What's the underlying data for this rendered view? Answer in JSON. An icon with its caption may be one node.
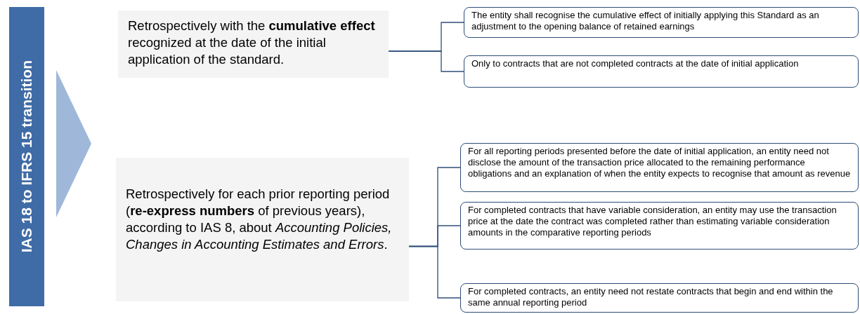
{
  "diagram": {
    "nodes": [
      {
        "text": [
          "IAS 18 to IFRS 15 transition"
        ]
      },
      {
        "text": [],
        "shape": "triangle"
      },
      {
        "text": [
          "Retrospectively with the **cumulative effect** recognized at the date of the initial application of the standard."
        ]
      },
      {
        "text": [
          "The entity shall recognise the cumulative effect of initially applying this Standard as an adjustment to the opening balance of retained earnings"
        ]
      },
      {
        "text": [
          "Only to contracts that are not completed contracts at the date of initial application"
        ]
      },
      {
        "text": [
          "Retrospectively for each prior reporting period (**re-express numbers** of previous years), according to IAS 8, about *Accounting Policies, Changes in Accounting Estimates and Errors*."
        ]
      },
      {
        "text": [
          "For all reporting periods presented before the date of initial application, an entity need not disclose the amount of the transaction price allocated to the remaining performance obligations and an explanation of when the entity expects to recognise that amount as revenue"
        ]
      },
      {
        "text": [
          "For completed contracts that have variable consideration, an entity may use the transaction price at the date the contract was completed rather than estimating variable consideration amounts in the comparative reporting periods"
        ]
      },
      {
        "text": [
          "For completed contracts, an entity need not restate contracts that begin and end within the same annual reporting period"
        ]
      }
    ],
    "edges": [
      {
        "from": 2,
        "to": 3,
        "arrow": "none"
      },
      {
        "from": 2,
        "to": 4,
        "arrow": "none"
      },
      {
        "from": 5,
        "to": 6,
        "arrow": "none"
      },
      {
        "from": 5,
        "to": 7,
        "arrow": "none"
      },
      {
        "from": 5,
        "to": 8,
        "arrow": "none"
      }
    ]
  }
}
